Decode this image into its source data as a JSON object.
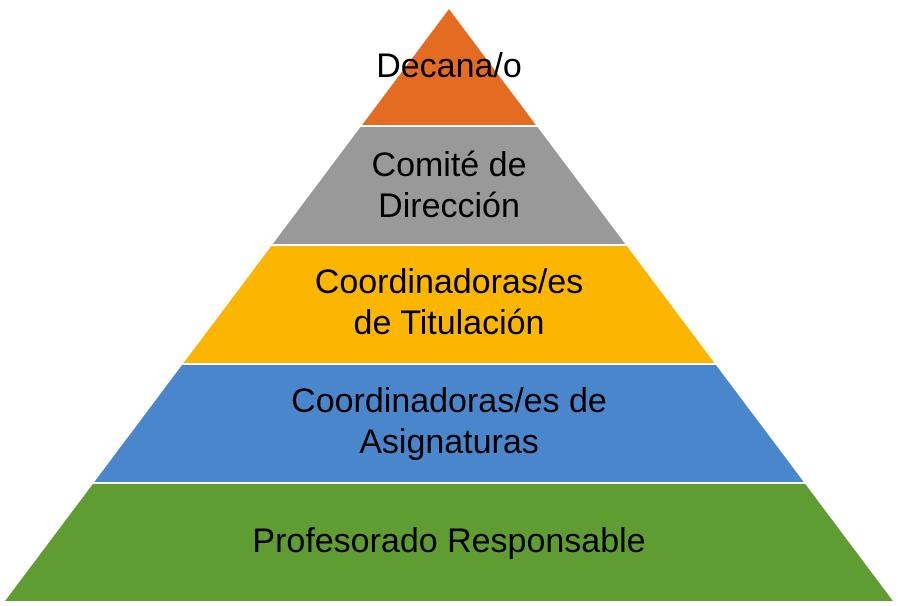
{
  "pyramid": {
    "tiers": [
      {
        "lines": [
          "Decana/o"
        ],
        "color": "#E46C22"
      },
      {
        "lines": [
          "Comité de",
          "Dirección"
        ],
        "color": "#999999"
      },
      {
        "lines": [
          "Coordinadoras/es",
          "de Titulación"
        ],
        "color": "#FCB600"
      },
      {
        "lines": [
          "Coordinadoras/es de",
          "Asignaturas"
        ],
        "color": "#4A86CB"
      },
      {
        "lines": [
          "Profesorado Responsable"
        ],
        "color": "#5F9C31"
      }
    ],
    "separator_color": "#ffffff"
  }
}
